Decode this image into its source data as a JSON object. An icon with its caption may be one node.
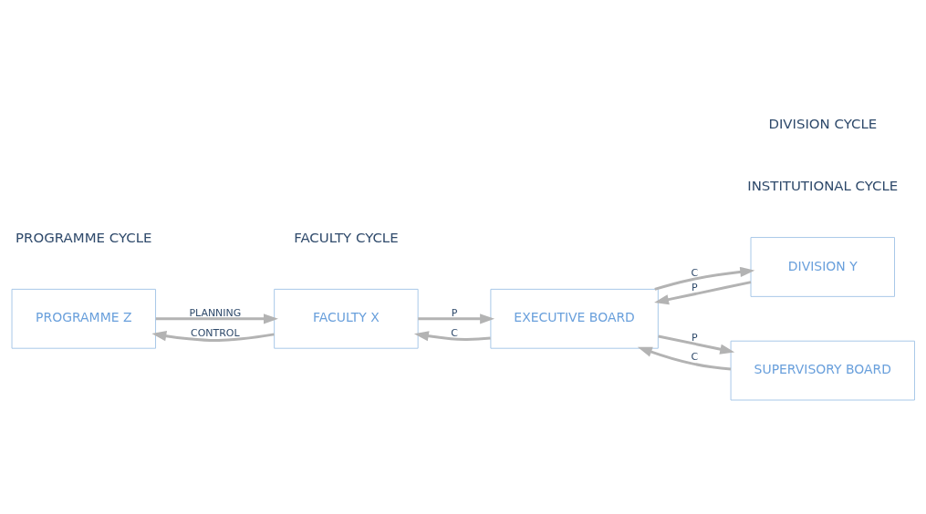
{
  "diagram": {
    "nodes": [
      {
        "text": [
          "PROGRAMME Z"
        ]
      },
      {
        "text": [
          "FACULTY X"
        ]
      },
      {
        "text": [
          "DIVISION Y"
        ]
      },
      {
        "text": [
          "EXECUTIVE BOARD"
        ]
      },
      {
        "text": [
          "SUPERVISORY BOARD"
        ]
      }
    ],
    "edges": [
      {
        "from": 0,
        "to": 1,
        "arrow": "to",
        "label": "PLANNING"
      },
      {
        "from": 1,
        "to": 0,
        "arrow": "to",
        "label": "CONTROL"
      },
      {
        "from": 1,
        "to": 3,
        "arrow": "to",
        "label": "P"
      },
      {
        "from": 3,
        "to": 1,
        "arrow": "to",
        "label": "C"
      },
      {
        "from": 2,
        "to": 3,
        "arrow": "to",
        "label": "P"
      },
      {
        "from": 3,
        "to": 2,
        "arrow": "to",
        "label": "C"
      },
      {
        "from": 3,
        "to": 4,
        "arrow": "to",
        "label": "P"
      },
      {
        "from": 4,
        "to": 3,
        "arrow": "to",
        "label": "C"
      }
    ],
    "labels": [
      "PROGRAMME CYCLE",
      "FACULTY CYCLE",
      "INSTITUTIONAL CYCLE",
      "DIVISION CYCLE"
    ]
  }
}
